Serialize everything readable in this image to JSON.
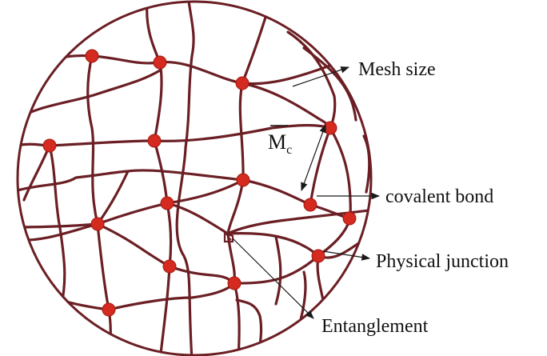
{
  "labels": {
    "mesh_size": "Mesh size",
    "covalent_bond": "covalent bond",
    "physical_junction": "Physical junction",
    "entanglement": "Entanglement",
    "mc_main": "M",
    "mc_sub": "c"
  },
  "colors": {
    "chain": "#6b1f24",
    "crosslink": "#d42a1f",
    "text": "#111111"
  }
}
